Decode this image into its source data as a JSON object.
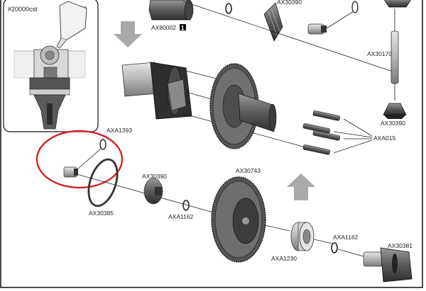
{
  "inset": {
    "oil_weight": "#20000cst",
    "oil_label": "Diff Oil"
  },
  "parts": {
    "top_case": "AX80002",
    "top_case_qty": "1",
    "top_gear": "AX30390",
    "right_shaft": "AX30170",
    "right_gear": "AX30390",
    "screws": "AXA015",
    "oring_left": "AXA1393",
    "seal_left": "AX30385",
    "gear_lower": "AX30390",
    "oring_lower": "AXA1162",
    "spur_gear": "AX30743",
    "bearing": "AXA1230",
    "oring_right": "AXA1162",
    "outdrive": "AX30381"
  },
  "colors": {
    "highlight_circle": "#d1242a",
    "arrow_fill": "#a9a9a9",
    "part_dark": "#3a3a3a",
    "part_mid": "#6b6b6b"
  }
}
